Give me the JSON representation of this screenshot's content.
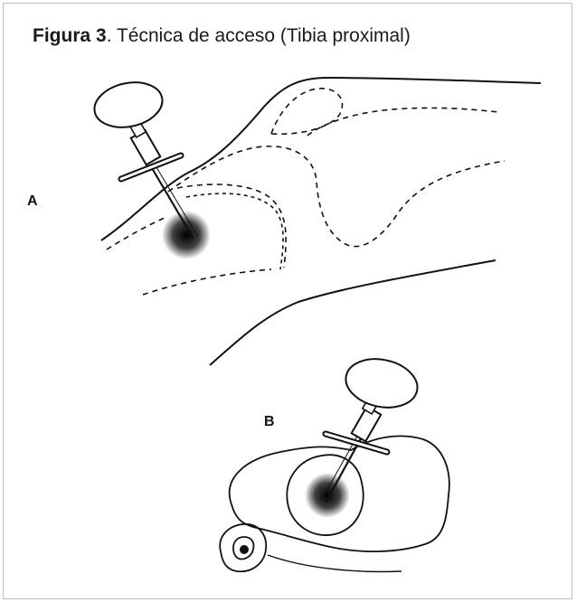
{
  "caption": {
    "figure_label": "Figura 3",
    "text": ". Técnica de acceso (Tibia proximal)"
  },
  "panels": {
    "a_label": "A",
    "b_label": "B"
  },
  "colors": {
    "ink": "#111111",
    "frame": "#bdbdbd"
  }
}
